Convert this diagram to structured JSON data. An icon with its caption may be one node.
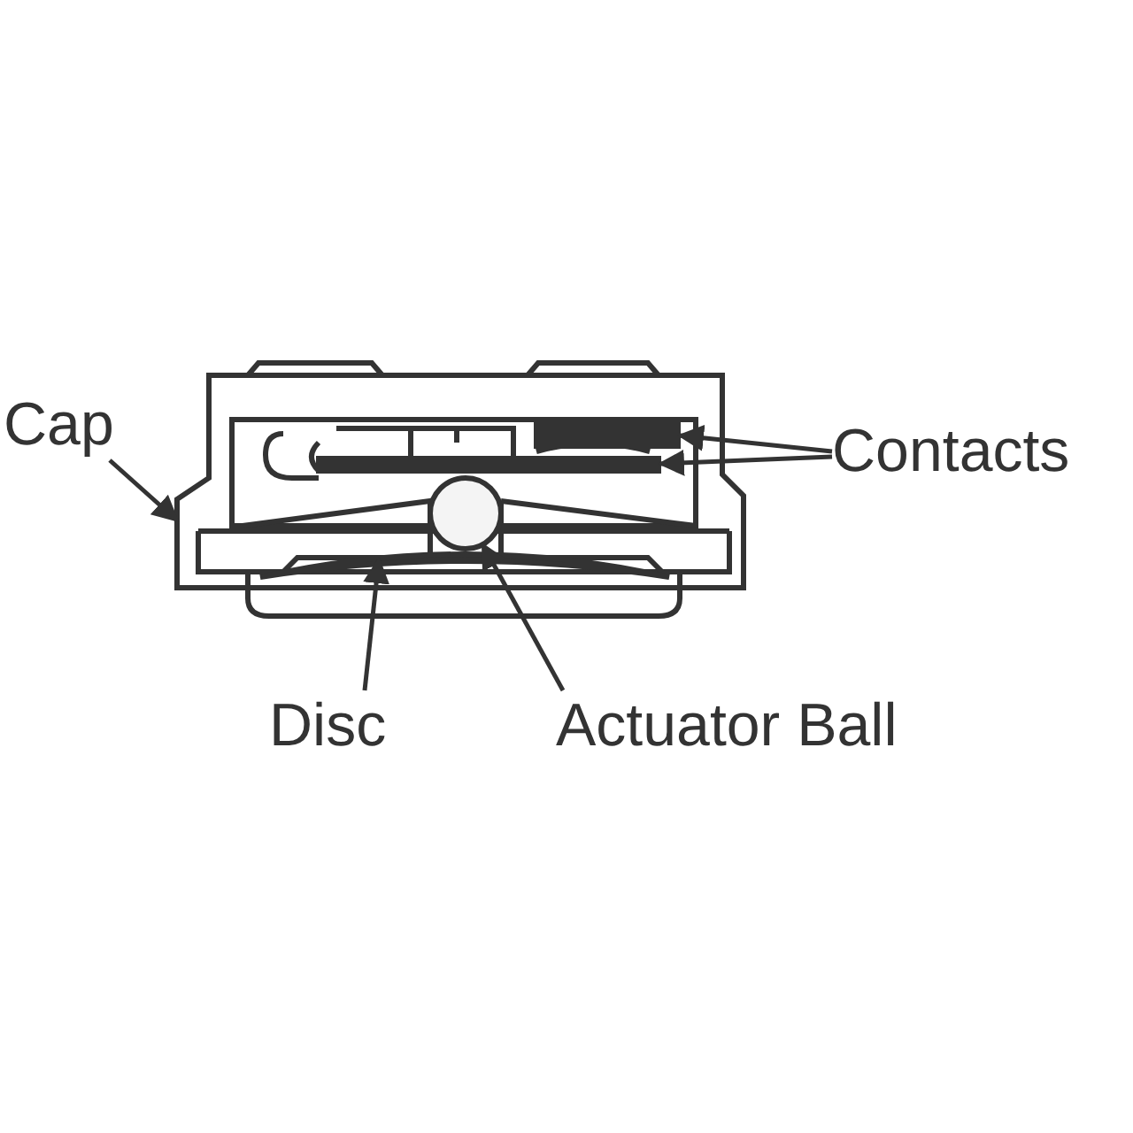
{
  "diagram": {
    "nodes": [
      {
        "text": [
          "Cap"
        ]
      },
      {
        "text": [
          "Contacts"
        ]
      },
      {
        "text": [
          "Disc"
        ]
      },
      {
        "text": [
          "Actuator Ball"
        ]
      },
      {
        "text": [],
        "shape": "box"
      },
      {
        "text": [],
        "shape": "bar",
        "in": 4
      },
      {
        "text": [],
        "shape": "bar",
        "in": 4
      },
      {
        "text": [],
        "shape": "circle",
        "in": 4
      },
      {
        "text": [],
        "shape": "bar",
        "in": 4
      }
    ],
    "edges": [
      {
        "from": 0,
        "to": 4,
        "arrow": "to"
      },
      {
        "from": 1,
        "to": 5,
        "arrow": "to"
      },
      {
        "from": 1,
        "to": 6,
        "arrow": "to"
      },
      {
        "from": 2,
        "to": 8,
        "arrow": "to"
      },
      {
        "from": 3,
        "to": 7,
        "arrow": "to"
      }
    ]
  }
}
